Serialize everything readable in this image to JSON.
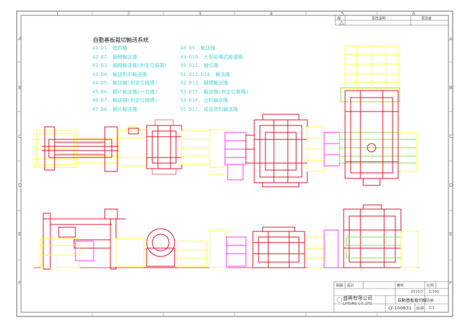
{
  "window": {
    "title": "自動基板裁切輸送系統"
  },
  "border": {
    "top_zones": [
      "1",
      "2",
      "3",
      "4",
      "5",
      "6"
    ],
    "side_zones": [
      "A",
      "B",
      "C",
      "D",
      "E",
      "F"
    ]
  },
  "revision_block": {
    "col_a": "版",
    "col_b": "更改說明",
    "col_c": "更改者"
  },
  "legend": {
    "title": "自動基板裁切輸送系統",
    "items": [
      {
        "code": "41 D1.",
        "text": "進料機"
      },
      {
        "code": "42 D2.",
        "text": "翻轉輸送機"
      },
      {
        "code": "43 D3.",
        "text": "翻轉輸送機(附定位裝置)"
      },
      {
        "code": "43 D4.",
        "text": "輸送對中輸送機"
      },
      {
        "code": "44 D5.",
        "text": "輸送機(附定位機構)"
      },
      {
        "code": "45 D6.",
        "text": "翻片輸送機(一合機)"
      },
      {
        "code": "46 D7.",
        "text": "輸送機(附定位機構)"
      },
      {
        "code": "47 D8.",
        "text": "翻片輸送機"
      },
      {
        "code": "48 D9.",
        "text": "輸送機"
      },
      {
        "code": "49 D10.",
        "text": "大型吸嘴式搬運機"
      },
      {
        "code": "50 D11.",
        "text": "裁切機"
      },
      {
        "code": "51 D12.D14.",
        "text": "輸送機"
      },
      {
        "code": "52 D13.",
        "text": "翻轉輸送機"
      },
      {
        "code": "53 D15.",
        "text": "輸送機(附定位機構)"
      },
      {
        "code": "54 D16.",
        "text": "出料輸送機"
      },
      {
        "code": "55 D17.",
        "text": "成品收料輸送機"
      }
    ]
  },
  "title_block": {
    "scale_label": "比例",
    "scale_value": "1/160",
    "date_value": "2010/7",
    "drawn_label": "製圖",
    "design_label": "設計",
    "checked_label": "審核",
    "sheet_label": "版本",
    "company": "盛興有限公司",
    "company_en": "LIHSING CO.,LTD.",
    "drawing_title": "自動基板裁切線",
    "drawing_no": "LY-100831",
    "sheet_no": "1",
    "page_label": "頁數",
    "page_value": "1/1"
  },
  "colors": {
    "cyan": "#59d6d2",
    "yellow": "#ffff33",
    "red": "#e0102a",
    "magenta": "#ff33ff",
    "green": "#7fe05a",
    "border": "#555555"
  }
}
